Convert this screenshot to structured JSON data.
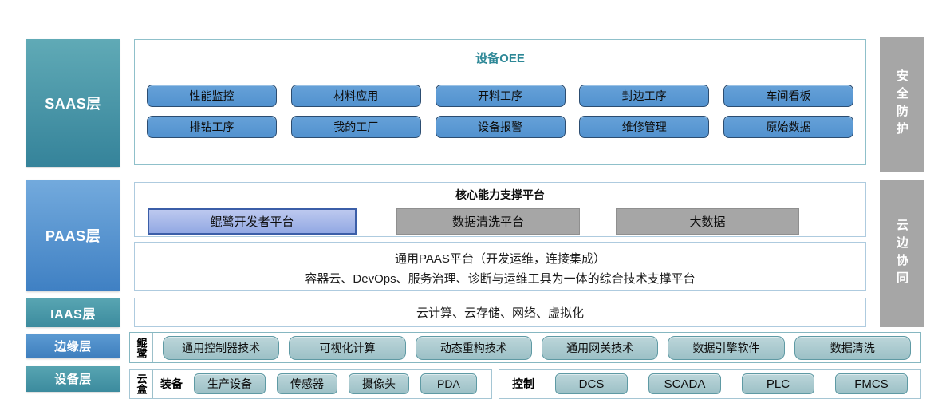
{
  "layers": {
    "left": [
      {
        "id": "saas",
        "label": "SAAS层"
      },
      {
        "id": "paas",
        "label": "PAAS层"
      },
      {
        "id": "iaas",
        "label": "IAAS层"
      },
      {
        "id": "edge",
        "label": "边缘层"
      },
      {
        "id": "device",
        "label": "设备层"
      }
    ],
    "right": [
      {
        "id": "security",
        "label": "安全防护"
      },
      {
        "id": "cloud_edge",
        "label": "云边协同"
      }
    ]
  },
  "saas": {
    "title": "设备OEE",
    "apps_row1": [
      "性能监控",
      "材料应用",
      "开料工序",
      "封边工序",
      "车间看板"
    ],
    "apps_row2": [
      "排钻工序",
      "我的工厂",
      "设备报警",
      "维修管理",
      "原始数据"
    ]
  },
  "paas": {
    "core_title": "核心能力支撑平台",
    "platforms": [
      {
        "label": "鲲鹭开发者平台",
        "style": "blue"
      },
      {
        "label": "数据清洗平台",
        "style": "gray"
      },
      {
        "label": "大数据",
        "style": "gray"
      }
    ],
    "general_line1": "通用PAAS平台（开发运维，连接集成）",
    "general_line2": "容器云、DevOps、服务治理、诊断与运维工具为一体的综合技术支撑平台"
  },
  "iaas": {
    "text": "云计算、云存储、网络、虚拟化"
  },
  "edge": {
    "side_label": "鲲鹭",
    "items": [
      "通用控制器技术",
      "可视化计算",
      "动态重构技术",
      "通用网关技术",
      "数据引擎软件",
      "数据清洗"
    ]
  },
  "device": {
    "side_label": "云盒",
    "equipment": {
      "label": "装备",
      "items": [
        "生产设备",
        "传感器",
        "摄像头",
        "PDA"
      ]
    },
    "control": {
      "label": "控制",
      "items": [
        "DCS",
        "SCADA",
        "PLC",
        "FMCS"
      ]
    }
  },
  "colors": {
    "layer_teal": "#3f8fa0",
    "layer_blue": "#4a87c6",
    "saas_title_teal": "#2e8897",
    "app_button_blue": "#5b9bd5",
    "app_button_border": "#2c4d71",
    "developer_platform_blue": "#9fb4e8",
    "platform_gray": "#a6a6a6",
    "edge_button_teal": "#a9c9ce",
    "edge_button_border": "#5f9aa4",
    "panel_border_teal": "#8fc0ca",
    "panel_border_blue": "#aecbdf",
    "right_column_gray": "#a6a6a6"
  }
}
